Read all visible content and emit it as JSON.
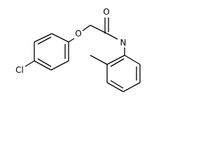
{
  "molecule": {
    "atoms": {
      "oxygen_carbonyl": "O",
      "oxygen_ether": "O",
      "nitrogen": "N",
      "chlorine": "Cl"
    }
  }
}
